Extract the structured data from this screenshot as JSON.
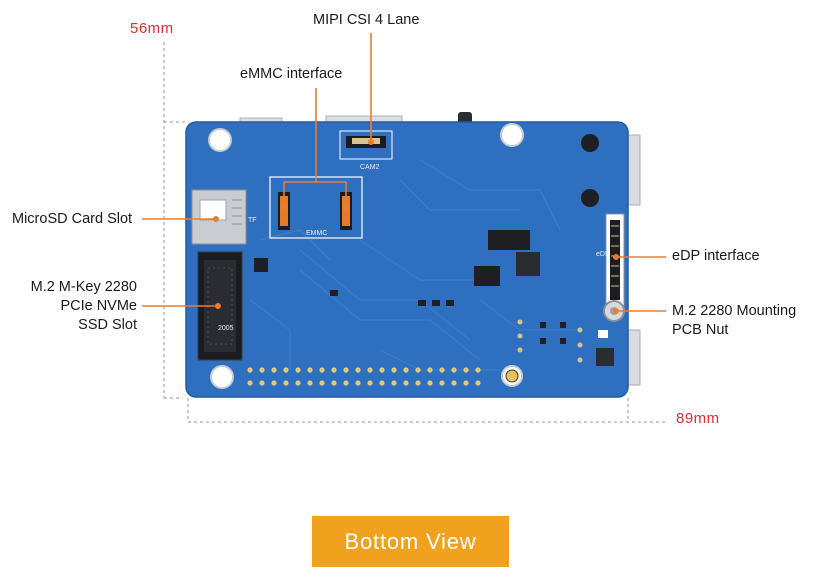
{
  "dimensions": {
    "height": "56mm",
    "width": "89mm"
  },
  "callouts": {
    "mipi": "MIPI CSI 4 Lane",
    "emmc": "eMMC interface",
    "microsd": "MicroSD Card Slot",
    "m2_line1": "M.2 M-Key 2280",
    "m2_line2": "PCIe NVMe",
    "m2_line3": "SSD Slot",
    "edp": "eDP interface",
    "nut_line1": "M.2 2280 Mounting",
    "nut_line2": "PCB Nut"
  },
  "board_silkscreen": {
    "emmc": "EMMC",
    "cam": "CAM2",
    "sd": "TF",
    "edp": "eDP",
    "m2": "2005"
  },
  "footer": {
    "view_label": "Bottom View"
  },
  "colors": {
    "board": "#2f6fbf",
    "callout": "#ee7a2e",
    "accent": "#f0a21f",
    "dimension": "#d9302e"
  }
}
